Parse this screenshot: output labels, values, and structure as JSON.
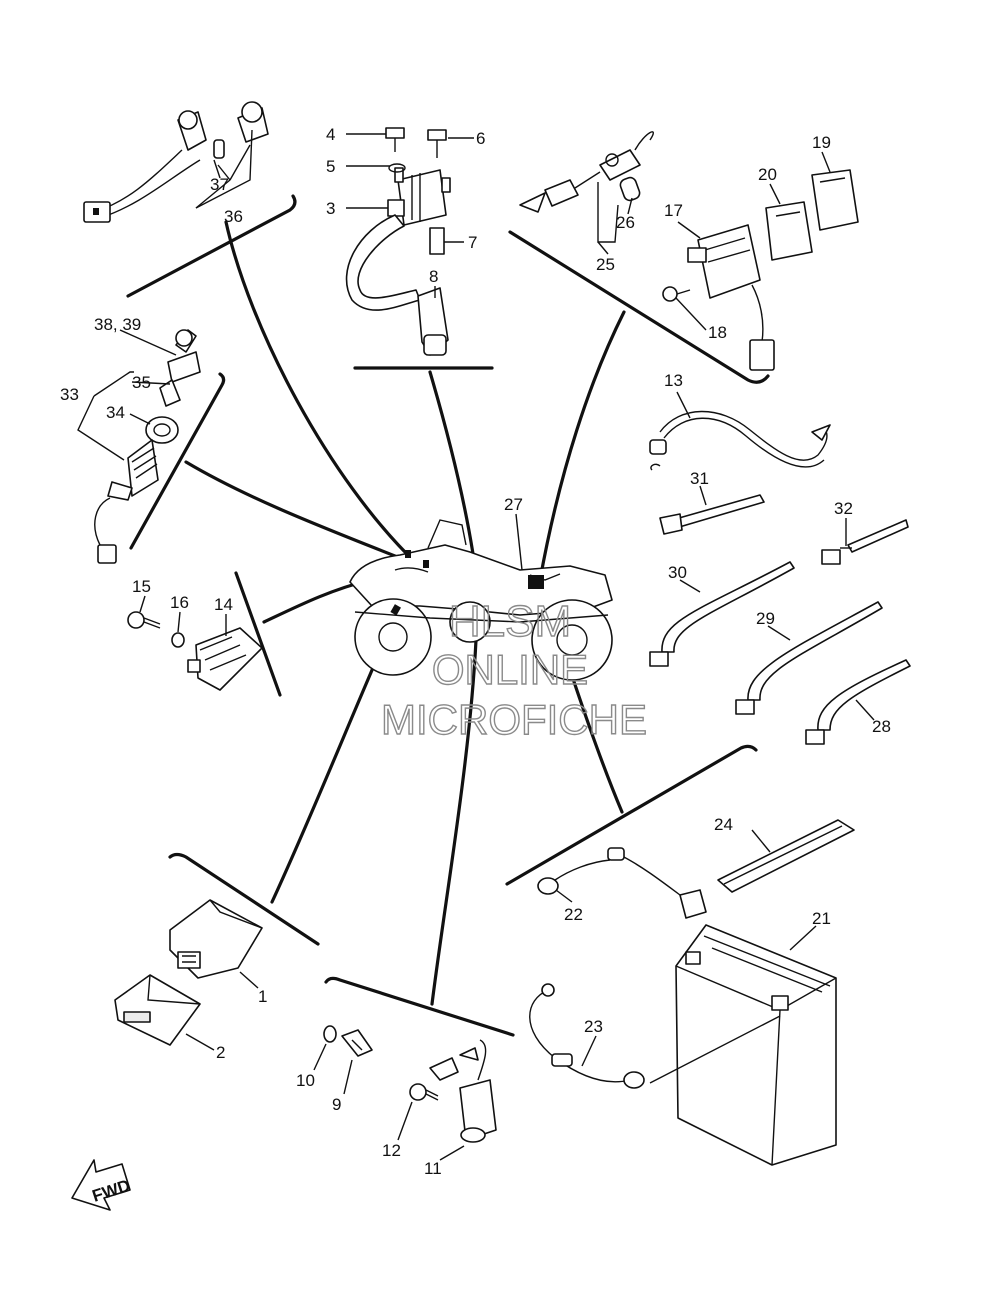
{
  "callouts": {
    "c1": "1",
    "c2": "2",
    "c3": "3",
    "c4": "4",
    "c5": "5",
    "c6": "6",
    "c7": "7",
    "c8": "8",
    "c9": "9",
    "c10": "10",
    "c11": "11",
    "c12": "12",
    "c13": "13",
    "c14": "14",
    "c15": "15",
    "c16": "16",
    "c17": "17",
    "c18": "18",
    "c19": "19",
    "c20": "20",
    "c21": "21",
    "c22": "22",
    "c23": "23",
    "c24": "24",
    "c25": "25",
    "c26": "26",
    "c27": "27",
    "c28": "28",
    "c29": "29",
    "c30": "30",
    "c31": "31",
    "c32": "32",
    "c33": "33",
    "c34": "34",
    "c35": "35",
    "c36": "36",
    "c37": "37",
    "c3839": "38, 39"
  },
  "watermark": {
    "line1": "HLSM",
    "line2": "ONLINE",
    "line3": "MICROFICHE"
  },
  "fwd_label": "FWD",
  "colors": {
    "ink": "#111111",
    "watermark": "#8a8a8a",
    "background": "#ffffff"
  }
}
